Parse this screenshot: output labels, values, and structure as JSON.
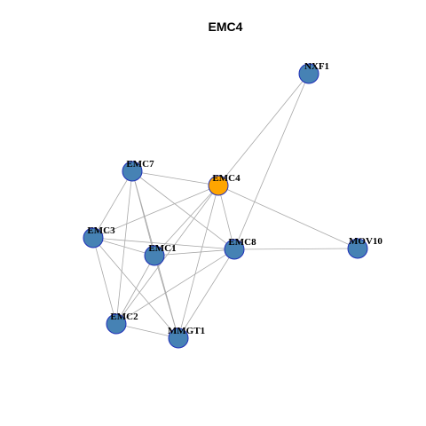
{
  "title": "EMC4",
  "colors": {
    "center_node": "#FFA500",
    "node": "#4682B4",
    "node_border": "#1f2fb8",
    "edge": "#a8a8a8"
  },
  "nodes": [
    {
      "id": "NXF1",
      "label": "NXF1",
      "center": false
    },
    {
      "id": "EMC7",
      "label": "EMC7",
      "center": false
    },
    {
      "id": "EMC4",
      "label": "EMC4",
      "center": true
    },
    {
      "id": "EMC3",
      "label": "EMC3",
      "center": false
    },
    {
      "id": "EMC1",
      "label": "EMC1",
      "center": false
    },
    {
      "id": "EMC8",
      "label": "EMC8",
      "center": false
    },
    {
      "id": "MOV10",
      "label": "MOV10",
      "center": false
    },
    {
      "id": "EMC2",
      "label": "EMC2",
      "center": false
    },
    {
      "id": "MMGT1",
      "label": "MMGT1",
      "center": false
    }
  ],
  "edges": [
    [
      "NXF1",
      "EMC4"
    ],
    [
      "NXF1",
      "EMC8"
    ],
    [
      "EMC4",
      "EMC7"
    ],
    [
      "EMC4",
      "EMC3"
    ],
    [
      "EMC4",
      "EMC1"
    ],
    [
      "EMC4",
      "EMC8"
    ],
    [
      "EMC4",
      "MOV10"
    ],
    [
      "EMC4",
      "EMC2"
    ],
    [
      "EMC4",
      "MMGT1"
    ],
    [
      "EMC7",
      "EMC3"
    ],
    [
      "EMC7",
      "EMC1"
    ],
    [
      "EMC7",
      "EMC8"
    ],
    [
      "EMC7",
      "EMC2"
    ],
    [
      "EMC7",
      "MMGT1"
    ],
    [
      "EMC3",
      "EMC1"
    ],
    [
      "EMC3",
      "EMC8"
    ],
    [
      "EMC3",
      "EMC2"
    ],
    [
      "EMC3",
      "MMGT1"
    ],
    [
      "EMC1",
      "EMC8"
    ],
    [
      "EMC1",
      "EMC2"
    ],
    [
      "EMC1",
      "MMGT1"
    ],
    [
      "EMC8",
      "MOV10"
    ],
    [
      "EMC8",
      "EMC2"
    ],
    [
      "EMC8",
      "MMGT1"
    ],
    [
      "EMC2",
      "MMGT1"
    ]
  ]
}
